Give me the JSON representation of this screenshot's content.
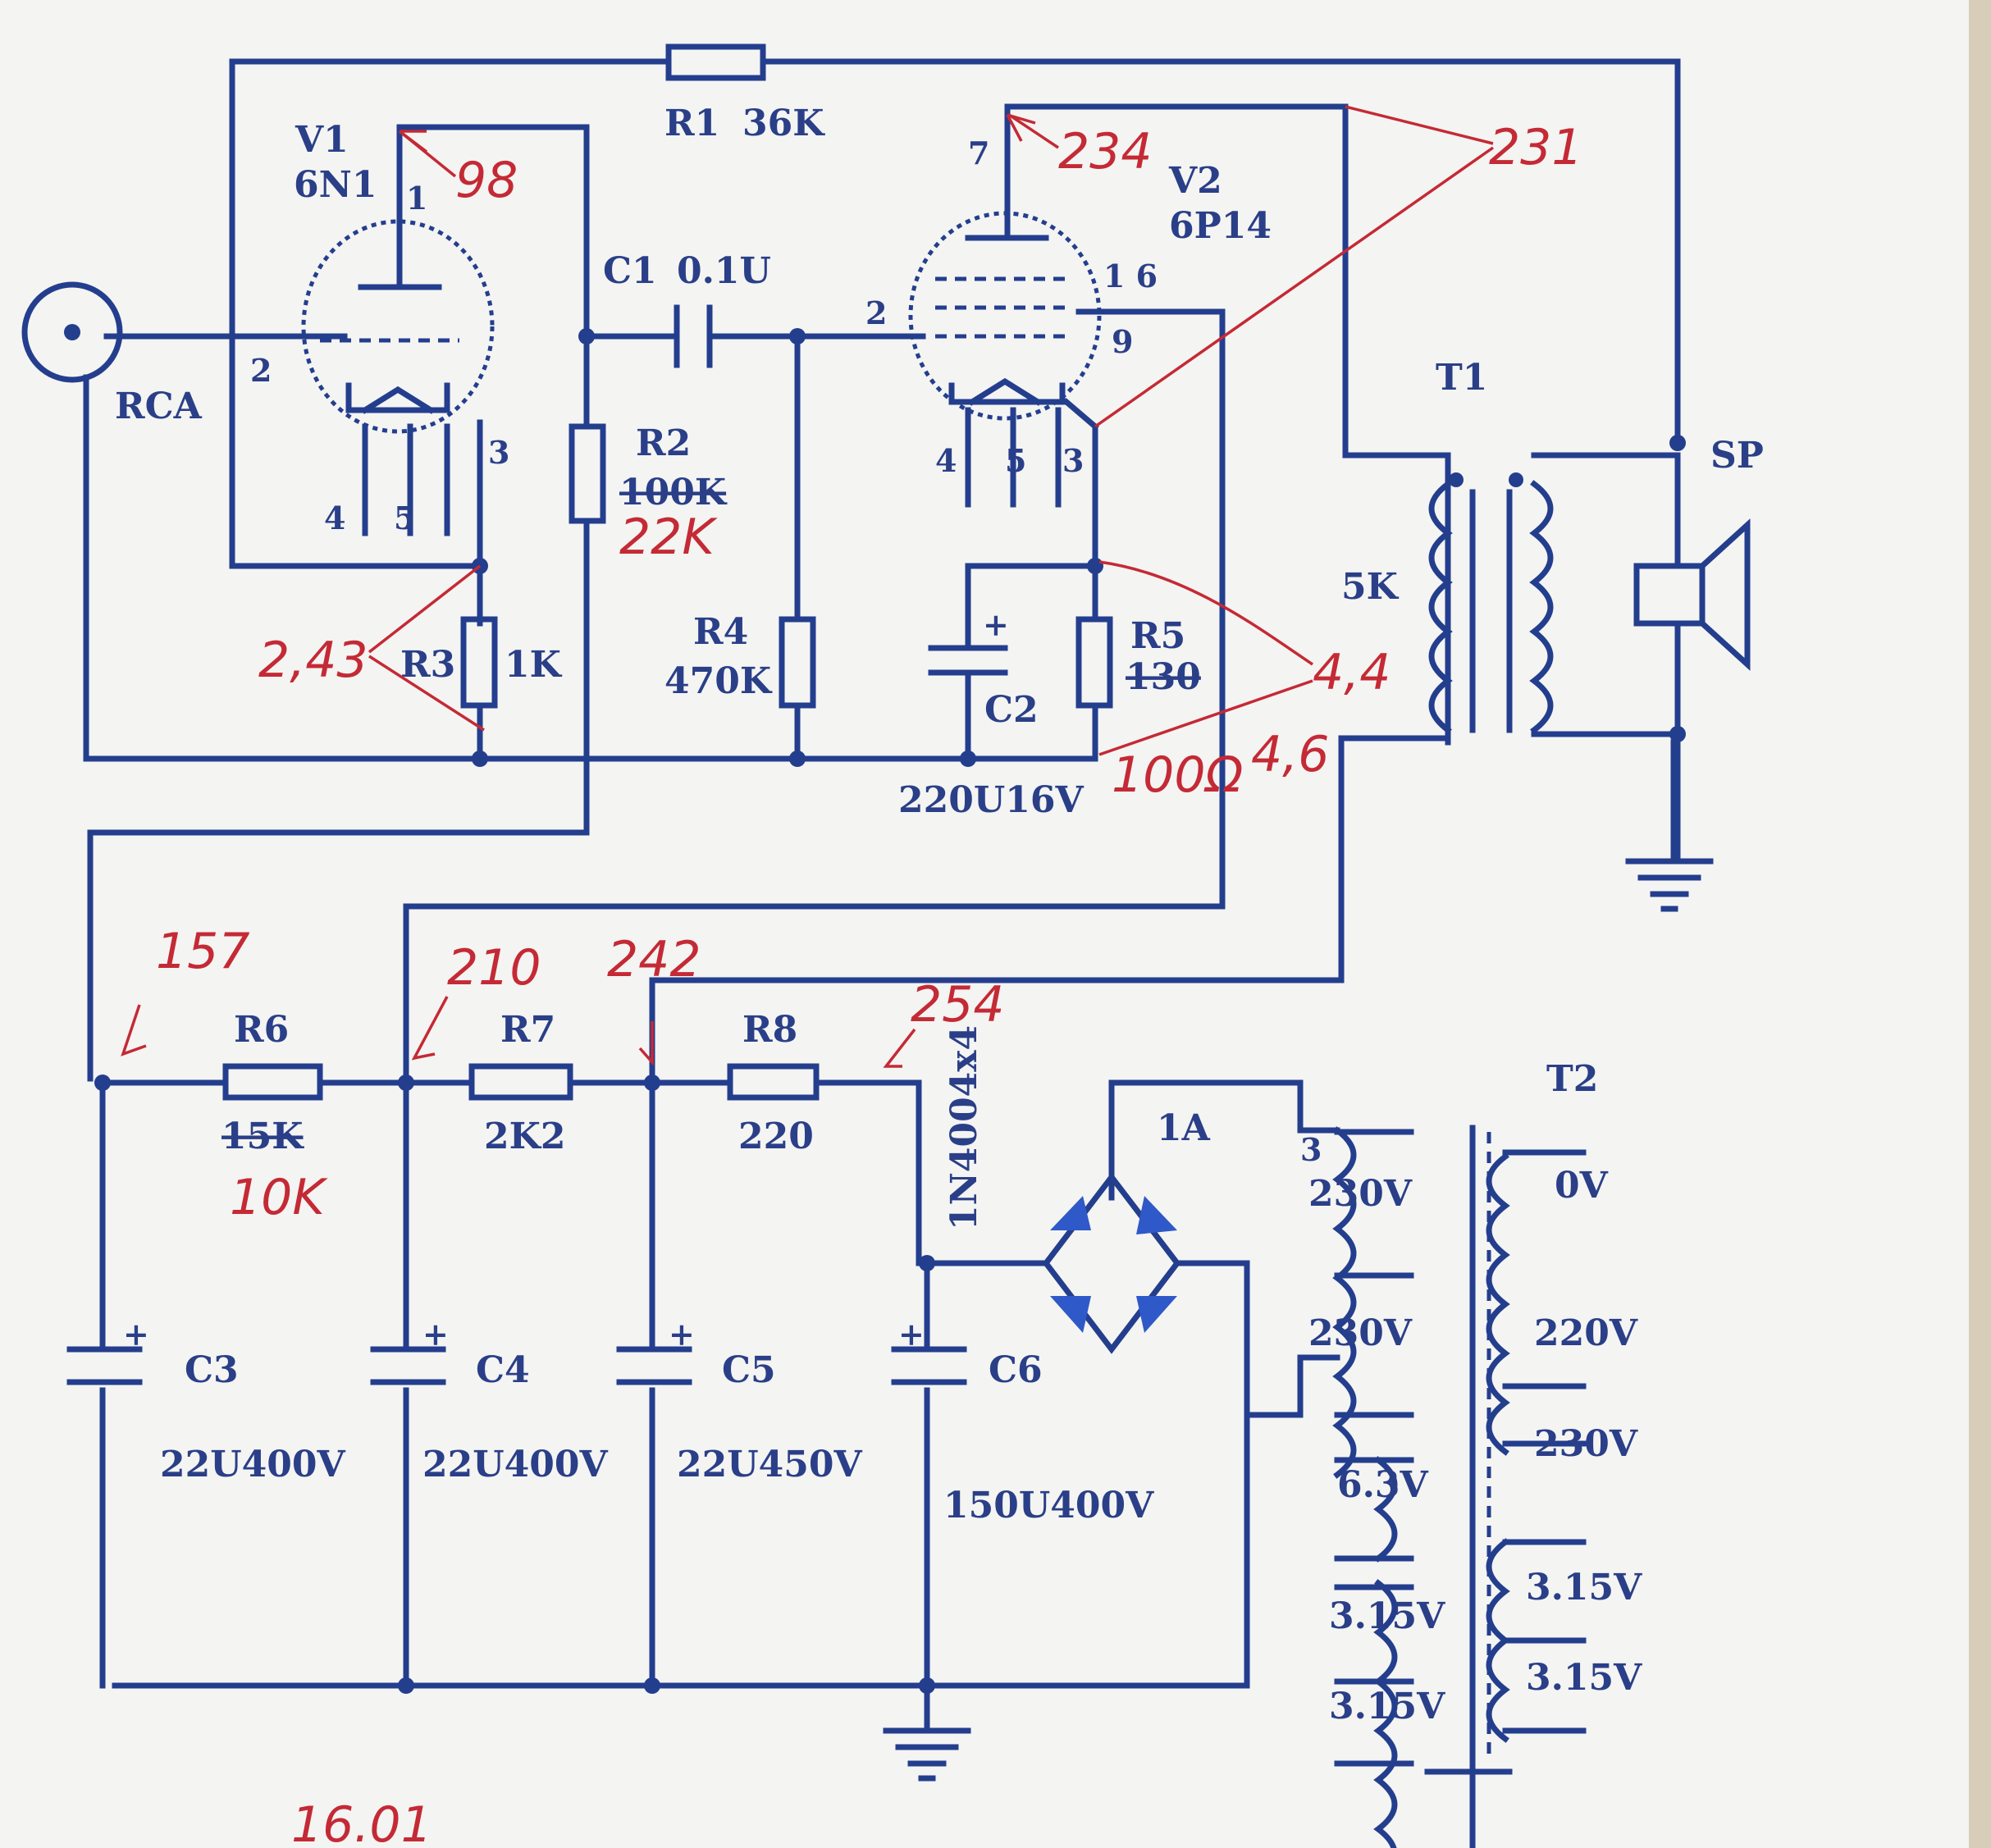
{
  "connectors": {
    "input": "RCA",
    "speaker": "SP"
  },
  "tubes": {
    "v1": {
      "ref": "V1",
      "type": "6N1",
      "pins": {
        "anode": "1",
        "grid": "2",
        "cathode": "3",
        "heater_a": "4",
        "heater_b": "5"
      }
    },
    "v2": {
      "ref": "V2",
      "type": "6P14",
      "pins": {
        "anode": "7",
        "grid": "2",
        "screen": "9",
        "g3": "1 6",
        "cathode": "3",
        "heater_a": "4",
        "heater_b": "5"
      }
    }
  },
  "resistors": {
    "r1": {
      "ref": "R1",
      "value": "36K"
    },
    "r2": {
      "ref": "R2",
      "value": "100K",
      "new_value": "22K"
    },
    "r3": {
      "ref": "R3",
      "value": "1K"
    },
    "r4": {
      "ref": "R4",
      "value": "470K"
    },
    "r5": {
      "ref": "R5",
      "value": "130",
      "new_value": "100Ω"
    },
    "r6": {
      "ref": "R6",
      "value": "15K",
      "new_value": "10K"
    },
    "r7": {
      "ref": "R7",
      "value": "2K2"
    },
    "r8": {
      "ref": "R8",
      "value": "220"
    }
  },
  "capacitors": {
    "c1": {
      "ref": "C1",
      "value": "0.1U"
    },
    "c2": {
      "ref": "C2",
      "value": "220U16V"
    },
    "c3": {
      "ref": "C3",
      "value": "22U400V"
    },
    "c4": {
      "ref": "C4",
      "value": "22U400V"
    },
    "c5": {
      "ref": "C5",
      "value": "22U450V"
    },
    "c6": {
      "ref": "C6",
      "value": "150U400V"
    }
  },
  "transformers": {
    "t1": {
      "ref": "T1",
      "impedance": "5K"
    },
    "t2": {
      "ref": "T2",
      "primary_tap": "3",
      "primary": [
        "230V",
        "230V"
      ],
      "secondary_hv": [
        "0V",
        "220V",
        "230V"
      ],
      "heater_left": [
        "6.3V",
        "3.15V",
        "3.15V"
      ],
      "heater_right": [
        "3.15V",
        "3.15V"
      ]
    }
  },
  "rectifier": {
    "diodes": "1N4004x4",
    "fuse": "1A"
  },
  "measurements": {
    "v1_anode": "98",
    "v1_cathode": "2,43",
    "v2_anode": "234",
    "v2_screen": "231",
    "v2_cathode": "4,4",
    "v2_cathode_new": "4,6",
    "node_157": "157",
    "node_210": "210",
    "node_242": "242",
    "node_254": "254",
    "bottom_note": "16.01"
  },
  "colors": {
    "ink": "#243e8e",
    "annotation": "#c42a35",
    "diode_fill": "#2f59c8",
    "paper": "#f4f4f2"
  }
}
